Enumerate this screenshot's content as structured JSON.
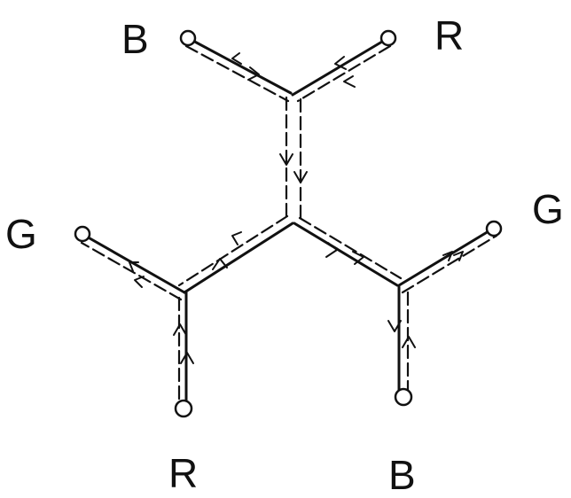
{
  "labels": {
    "top_left": "B",
    "top_right": "R",
    "mid_left": "G",
    "mid_right": "G",
    "bottom_left": "R",
    "bottom_right": "B"
  }
}
